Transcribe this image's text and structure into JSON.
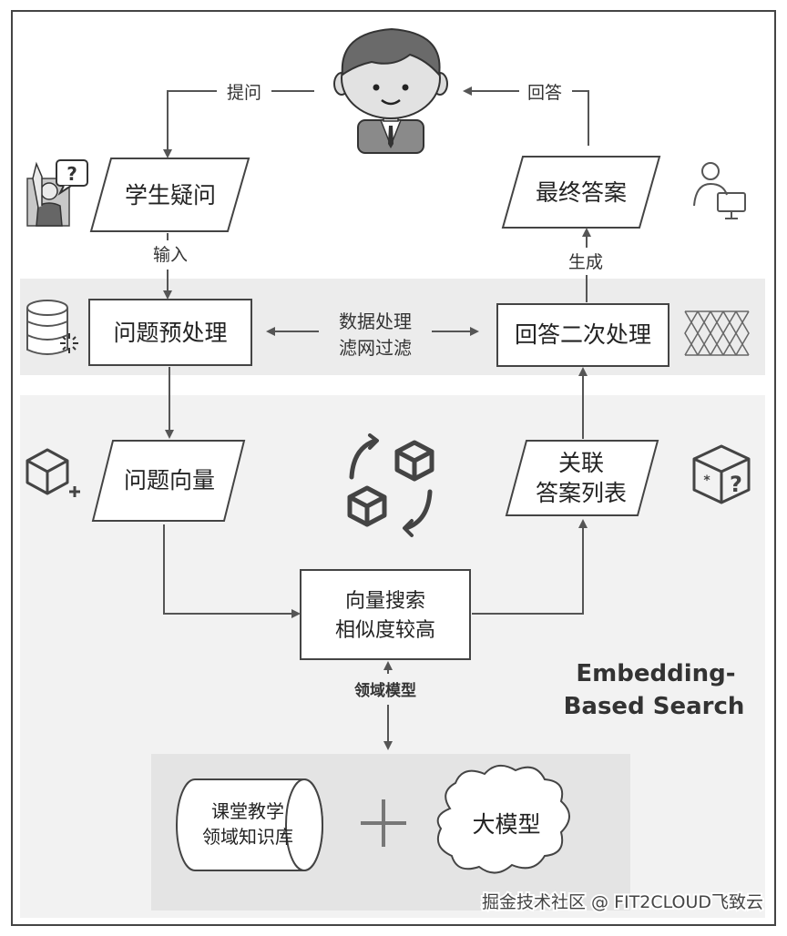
{
  "labels": {
    "ask": "提问",
    "answer": "回答",
    "input": "输入",
    "generate": "生成",
    "domain_model": "领域模型",
    "data_processing_line1": "数据处理",
    "data_processing_line2": "滤网过滤"
  },
  "nodes": {
    "student_question": "学生疑问",
    "final_answer": "最终答案",
    "question_preprocess": "问题预处理",
    "answer_postprocess": "回答二次处理",
    "question_vector": "问题向量",
    "related_answers_line1": "关联",
    "related_answers_line2": "答案列表",
    "vector_search_line1": "向量搜索",
    "vector_search_line2": "相似度较高",
    "knowledge_base_line1": "课堂教学",
    "knowledge_base_line2": "领域知识库",
    "large_model": "大模型"
  },
  "section": {
    "ebs_line1": "Embedding-",
    "ebs_line2": "Based Search"
  },
  "watermark": "掘金技术社区 @ FIT2CLOUD飞致云",
  "icons": [
    "student-avatar-icon",
    "raised-hand-question-icon",
    "user-computer-icon",
    "database-icon",
    "mesh-filter-icon",
    "cube-plus-icon",
    "cube-cycle-icon",
    "cube-question-icon",
    "plus-icon",
    "cloud-icon"
  ]
}
